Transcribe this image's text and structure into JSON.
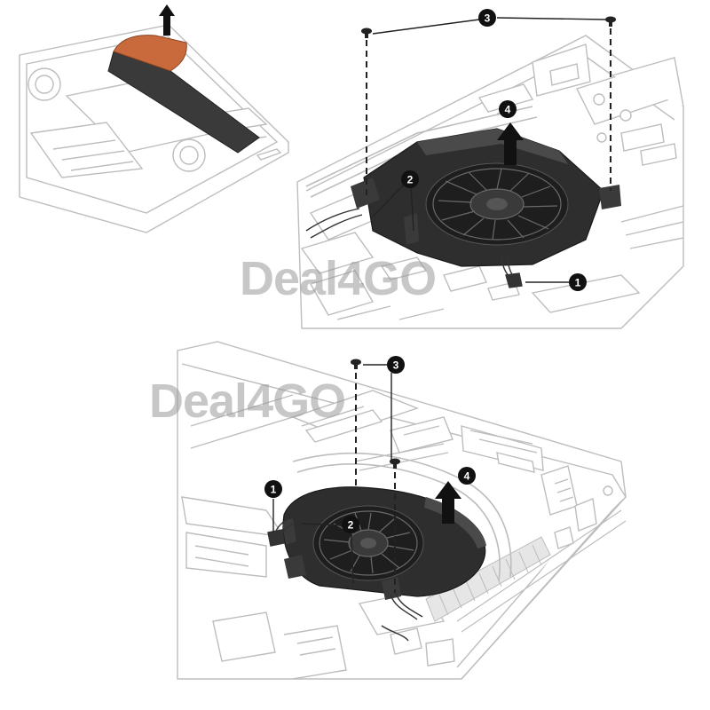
{
  "watermark": {
    "text": "Deal4GO"
  },
  "callouts": {
    "top": [
      "1",
      "2",
      "3",
      "4"
    ],
    "bottom": [
      "1",
      "2",
      "3",
      "4"
    ]
  },
  "colors": {
    "line": "#2b2b2b",
    "chassis_fill": "#ffffff",
    "chassis_stroke": "#bdbdbd",
    "fan_dark": "#2a2a2a",
    "fan_mid": "#4a4a4a",
    "fan_light": "#6a6a6a",
    "cable_orange": "#c96a3c",
    "cable_black": "#3a3a3a",
    "callout_bg": "#111111"
  },
  "icons": {
    "lift_arrow": "arrow-up-icon",
    "screw": "screw-icon"
  }
}
